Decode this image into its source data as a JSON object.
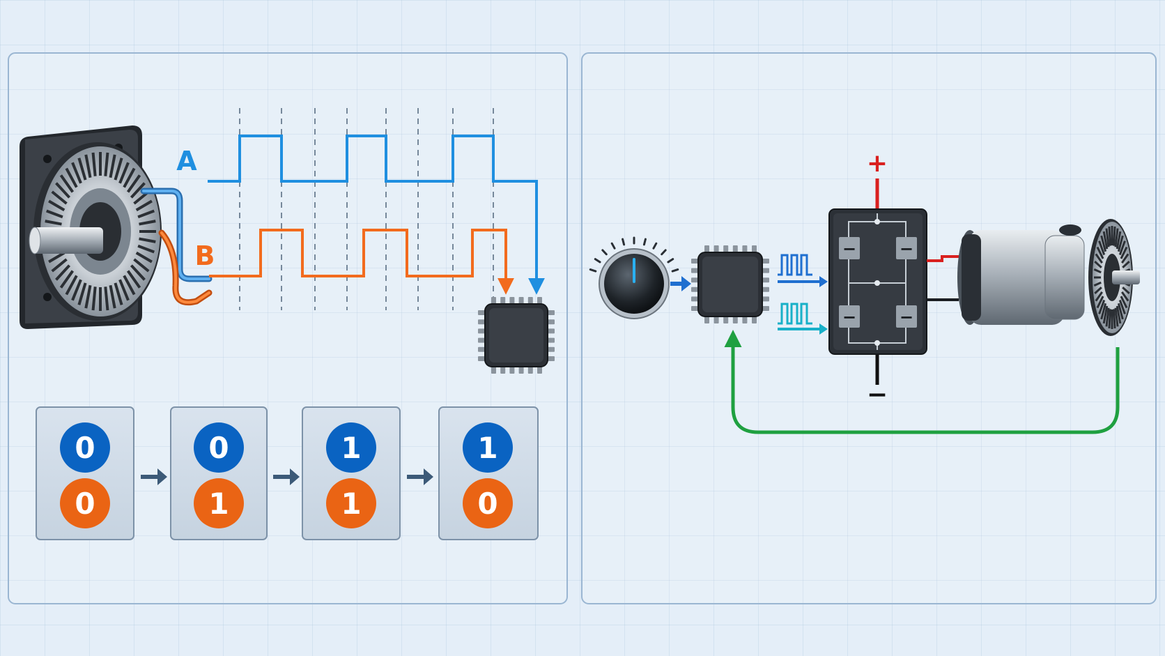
{
  "colors": {
    "channel_a": "#1f8fe0",
    "channel_b": "#f26b1d",
    "feedback": "#1fa040",
    "supply_positive": "#d9201f",
    "bit_a": "#0a63c2",
    "bit_b": "#ea6414"
  },
  "left_panel": {
    "channel_a_label": "A",
    "channel_b_label": "B",
    "states": [
      {
        "a": "0",
        "b": "0"
      },
      {
        "a": "0",
        "b": "1"
      },
      {
        "a": "1",
        "b": "1"
      },
      {
        "a": "1",
        "b": "0"
      }
    ]
  },
  "right_panel": {
    "supply_positive": "+",
    "supply_negative": "−",
    "switch_mark": "−"
  },
  "icons": [
    "rotary-encoder-disc-icon",
    "microcontroller-chip-icon",
    "control-knob-icon",
    "h-bridge-driver-icon",
    "dc-motor-icon",
    "pwm-pulse-icon",
    "arrow-right-icon"
  ]
}
